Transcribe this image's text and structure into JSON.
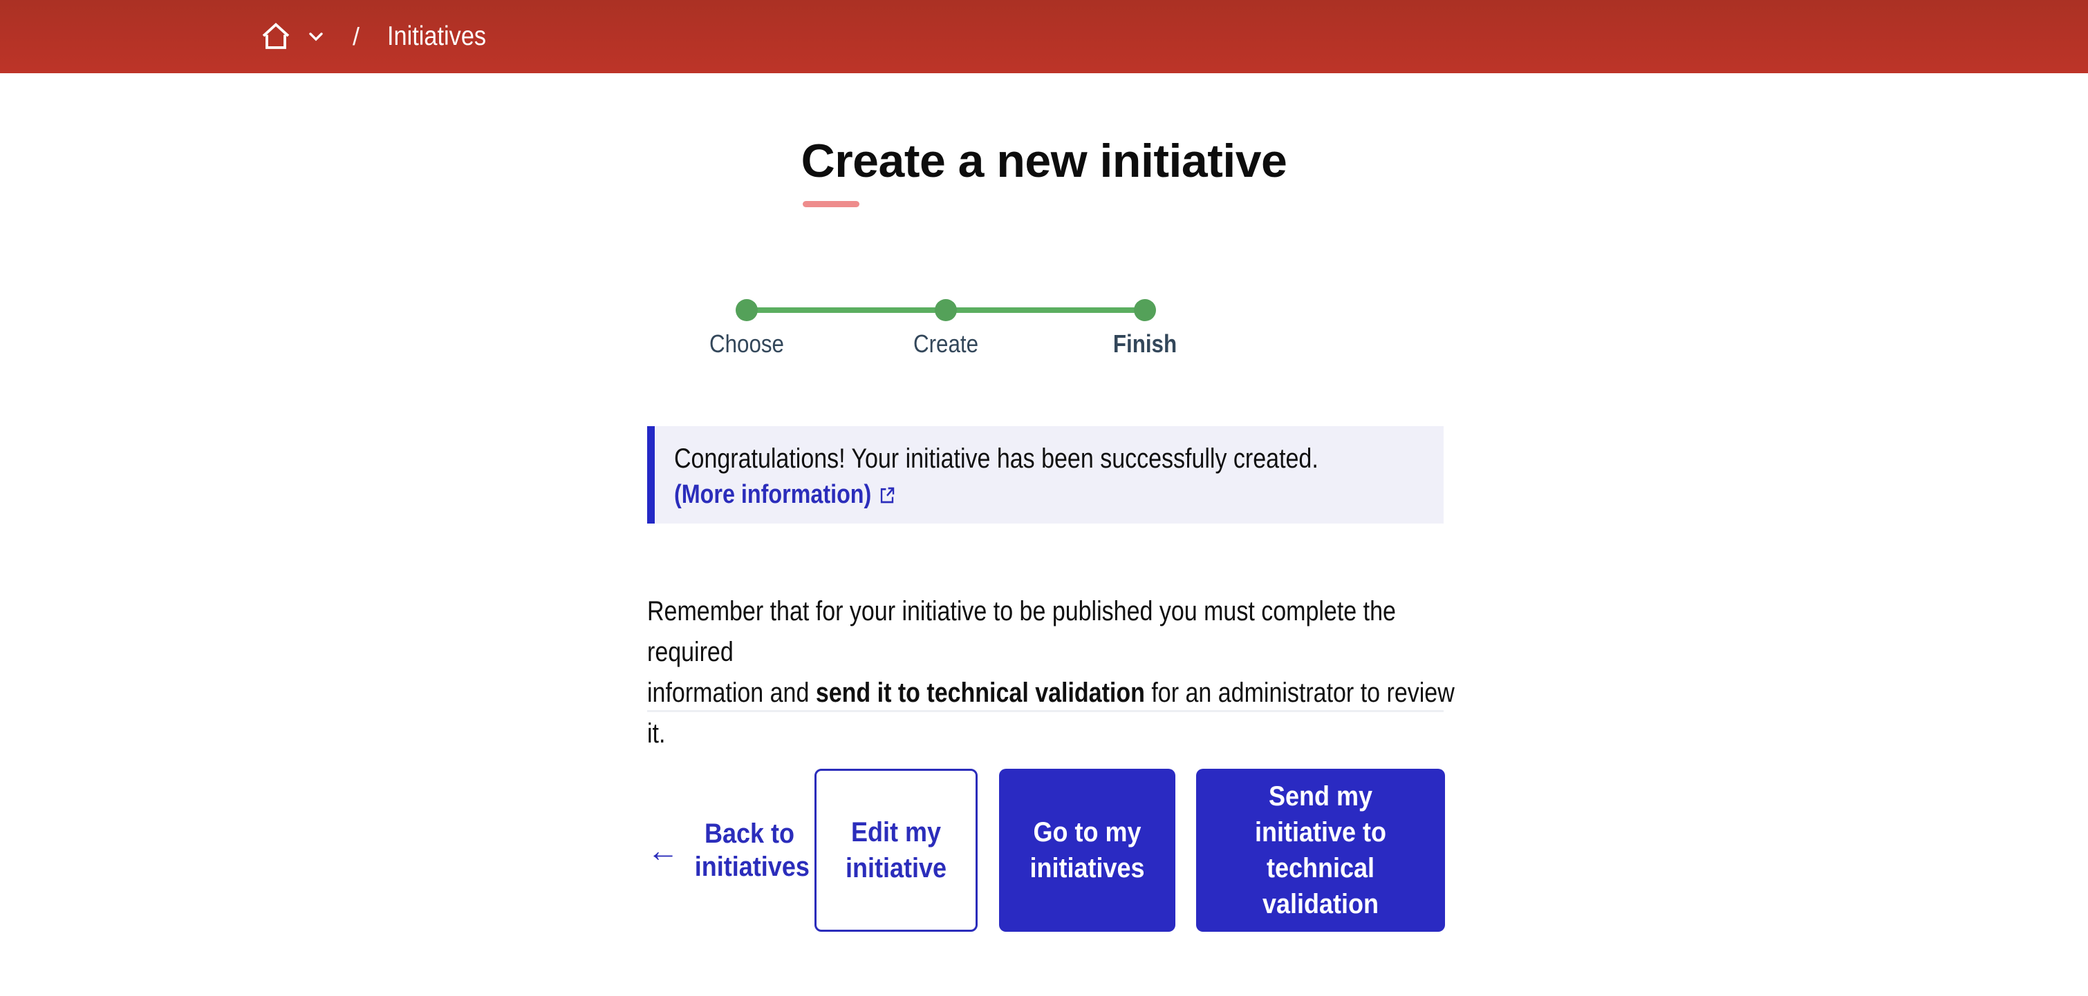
{
  "header": {
    "background_color": "#b83327",
    "breadcrumb": {
      "home_icon": "home-icon",
      "dropdown_icon": "chevron-down-icon",
      "separator": "/",
      "current": "Initiatives"
    }
  },
  "page": {
    "title": "Create a new initiative",
    "title_underline_color": "#ee8c8c"
  },
  "stepper": {
    "dot_color": "#54a159",
    "line_color": "#5bae60",
    "label_color": "#33475a",
    "steps": [
      {
        "label": "Choose",
        "state": "done"
      },
      {
        "label": "Create",
        "state": "done"
      },
      {
        "label": "Finish",
        "state": "current"
      }
    ]
  },
  "alert": {
    "background_color": "#f0f0f9",
    "border_color": "#2429c6",
    "message": "Congratulations! Your initiative has been successfully created.",
    "link_label": "(More information)",
    "link_icon": "external-link-icon",
    "link_color": "#2b2dbb"
  },
  "note": {
    "line1": "Remember that for your initiative to be published you must complete the required",
    "line2_pre": "information and ",
    "line2_bold": "send it to technical validation",
    "line2_post": " for an administrator to review it."
  },
  "actions": {
    "accent_color": "#2a2ac2",
    "back_label": "Back to initiatives",
    "back_icon": "left-arrow-icon",
    "edit_label": "Edit my initiative",
    "go_label": "Go to my initiatives",
    "send_label": "Send my initiative to technical validation"
  }
}
